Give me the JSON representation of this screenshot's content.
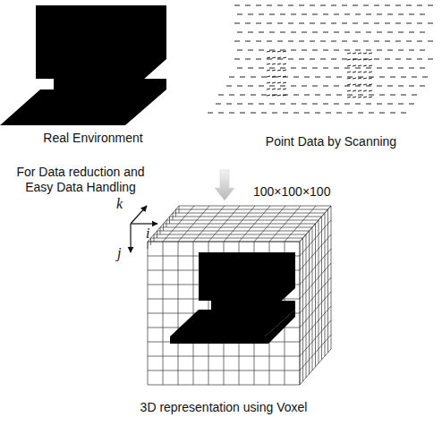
{
  "diagram": {
    "labels": [
      "Real Environment",
      "Point Data by Scanning",
      "For Data reduction and Easy Data Handling",
      "100×100×100",
      "k",
      "i",
      "j",
      "3D representation using Voxel"
    ]
  }
}
